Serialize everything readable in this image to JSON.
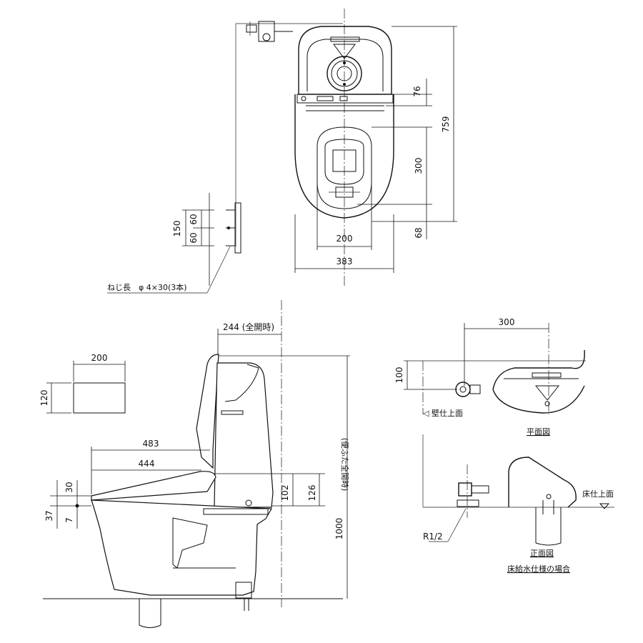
{
  "top_view": {
    "dims": {
      "d76": "76",
      "d759": "759",
      "d300": "300",
      "d68": "68",
      "d200": "200",
      "d383": "383",
      "d150": "150",
      "d60a": "60",
      "d60b": "60"
    },
    "screw_note": "ねじ長　φ 4×30(3本)"
  },
  "side_view": {
    "remote_dims": {
      "w200": "200",
      "h120": "120"
    },
    "dims": {
      "d244": "244 (全開時)",
      "d483": "483",
      "d444": "444",
      "d30": "30",
      "d37": "37",
      "d7": "7",
      "d102": "102",
      "d126": "126",
      "d1000": "1000",
      "note_lid": "(便ふた全開時)"
    }
  },
  "detail": {
    "dims": {
      "d300": "300",
      "d100": "100"
    },
    "wall_label": "◁ 壁仕上面",
    "plan_title": "平面図",
    "floor_label": "床仕上面",
    "r_label": "R1/2",
    "front_title": "正面図",
    "front_subtitle": "床給水仕様の場合"
  }
}
